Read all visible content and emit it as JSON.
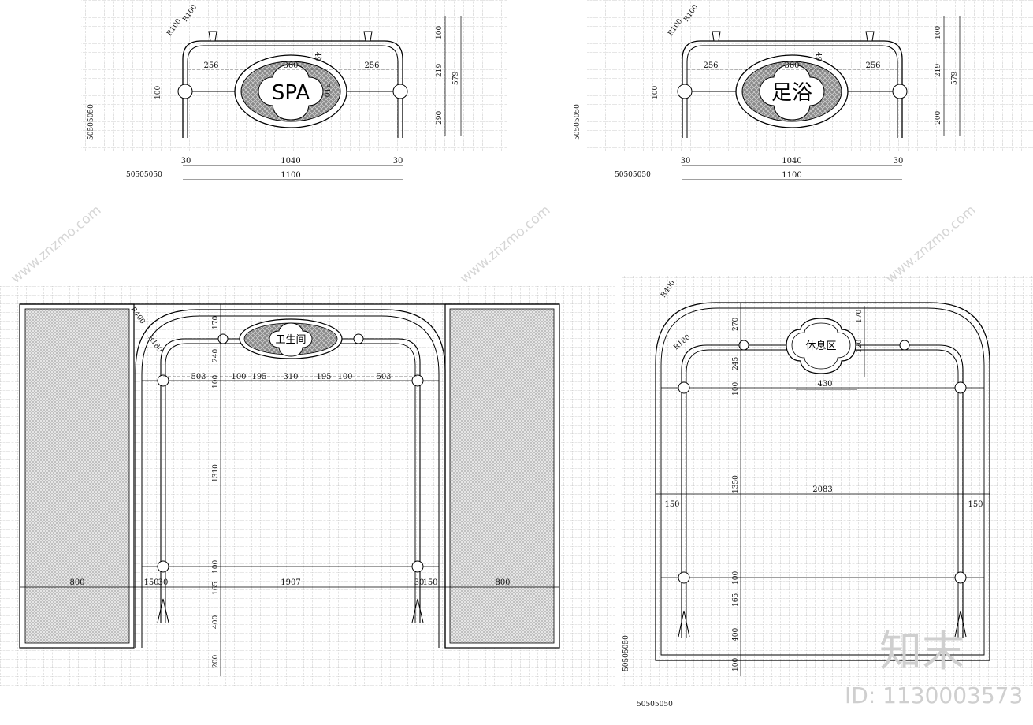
{
  "drawings": {
    "spa": {
      "sign": "SPA",
      "radius_labels": [
        "R100",
        "R100"
      ],
      "horizontal_dims": [
        "256",
        "360",
        "256"
      ],
      "inner_dims": [
        "49",
        "310"
      ],
      "side_dims": [
        "100"
      ],
      "right_dims": [
        "100",
        "219",
        "290"
      ],
      "right_total": "579",
      "bottom_dims": [
        "30",
        "1040",
        "30"
      ],
      "bottom_total": "1100",
      "left_ticks": "50505050",
      "bottom_ticks": "50505050"
    },
    "foot_bath": {
      "sign": "足浴",
      "radius_labels": [
        "R100",
        "R100"
      ],
      "horizontal_dims": [
        "256",
        "360",
        "256"
      ],
      "inner_dims": [
        "49"
      ],
      "side_dims": [
        "100"
      ],
      "right_dims": [
        "100",
        "219",
        "200"
      ],
      "right_total": "579",
      "bottom_dims": [
        "30",
        "1040",
        "30"
      ],
      "bottom_total": "1100",
      "left_ticks": "50505050",
      "bottom_ticks": "50505050"
    },
    "restroom": {
      "sign": "卫生间",
      "radius_labels": [
        "R400",
        "R180"
      ],
      "top_dims": [
        "503",
        "100",
        "195",
        "310",
        "195",
        "100",
        "503"
      ],
      "vertical_dims": [
        "170",
        "240",
        "100",
        "1310",
        "100",
        "165",
        "400",
        "200"
      ],
      "bottom_dims": [
        "800",
        "150",
        "30",
        "1907",
        "30",
        "150",
        "800"
      ]
    },
    "lounge": {
      "sign": "休息区",
      "radius_labels": [
        "R400",
        "R180"
      ],
      "sign_dims": [
        "430",
        "170",
        "120"
      ],
      "vertical_dims": [
        "270",
        "245",
        "100",
        "1350",
        "100",
        "165",
        "400",
        "100"
      ],
      "mid_dims": [
        "150",
        "2083",
        "150"
      ],
      "left_ticks": "50505050",
      "bottom_ticks": "50505050"
    }
  },
  "watermark": {
    "brand": "知末",
    "id_text": "ID: 1130003573",
    "diagonal": "www.znzmo.com"
  }
}
